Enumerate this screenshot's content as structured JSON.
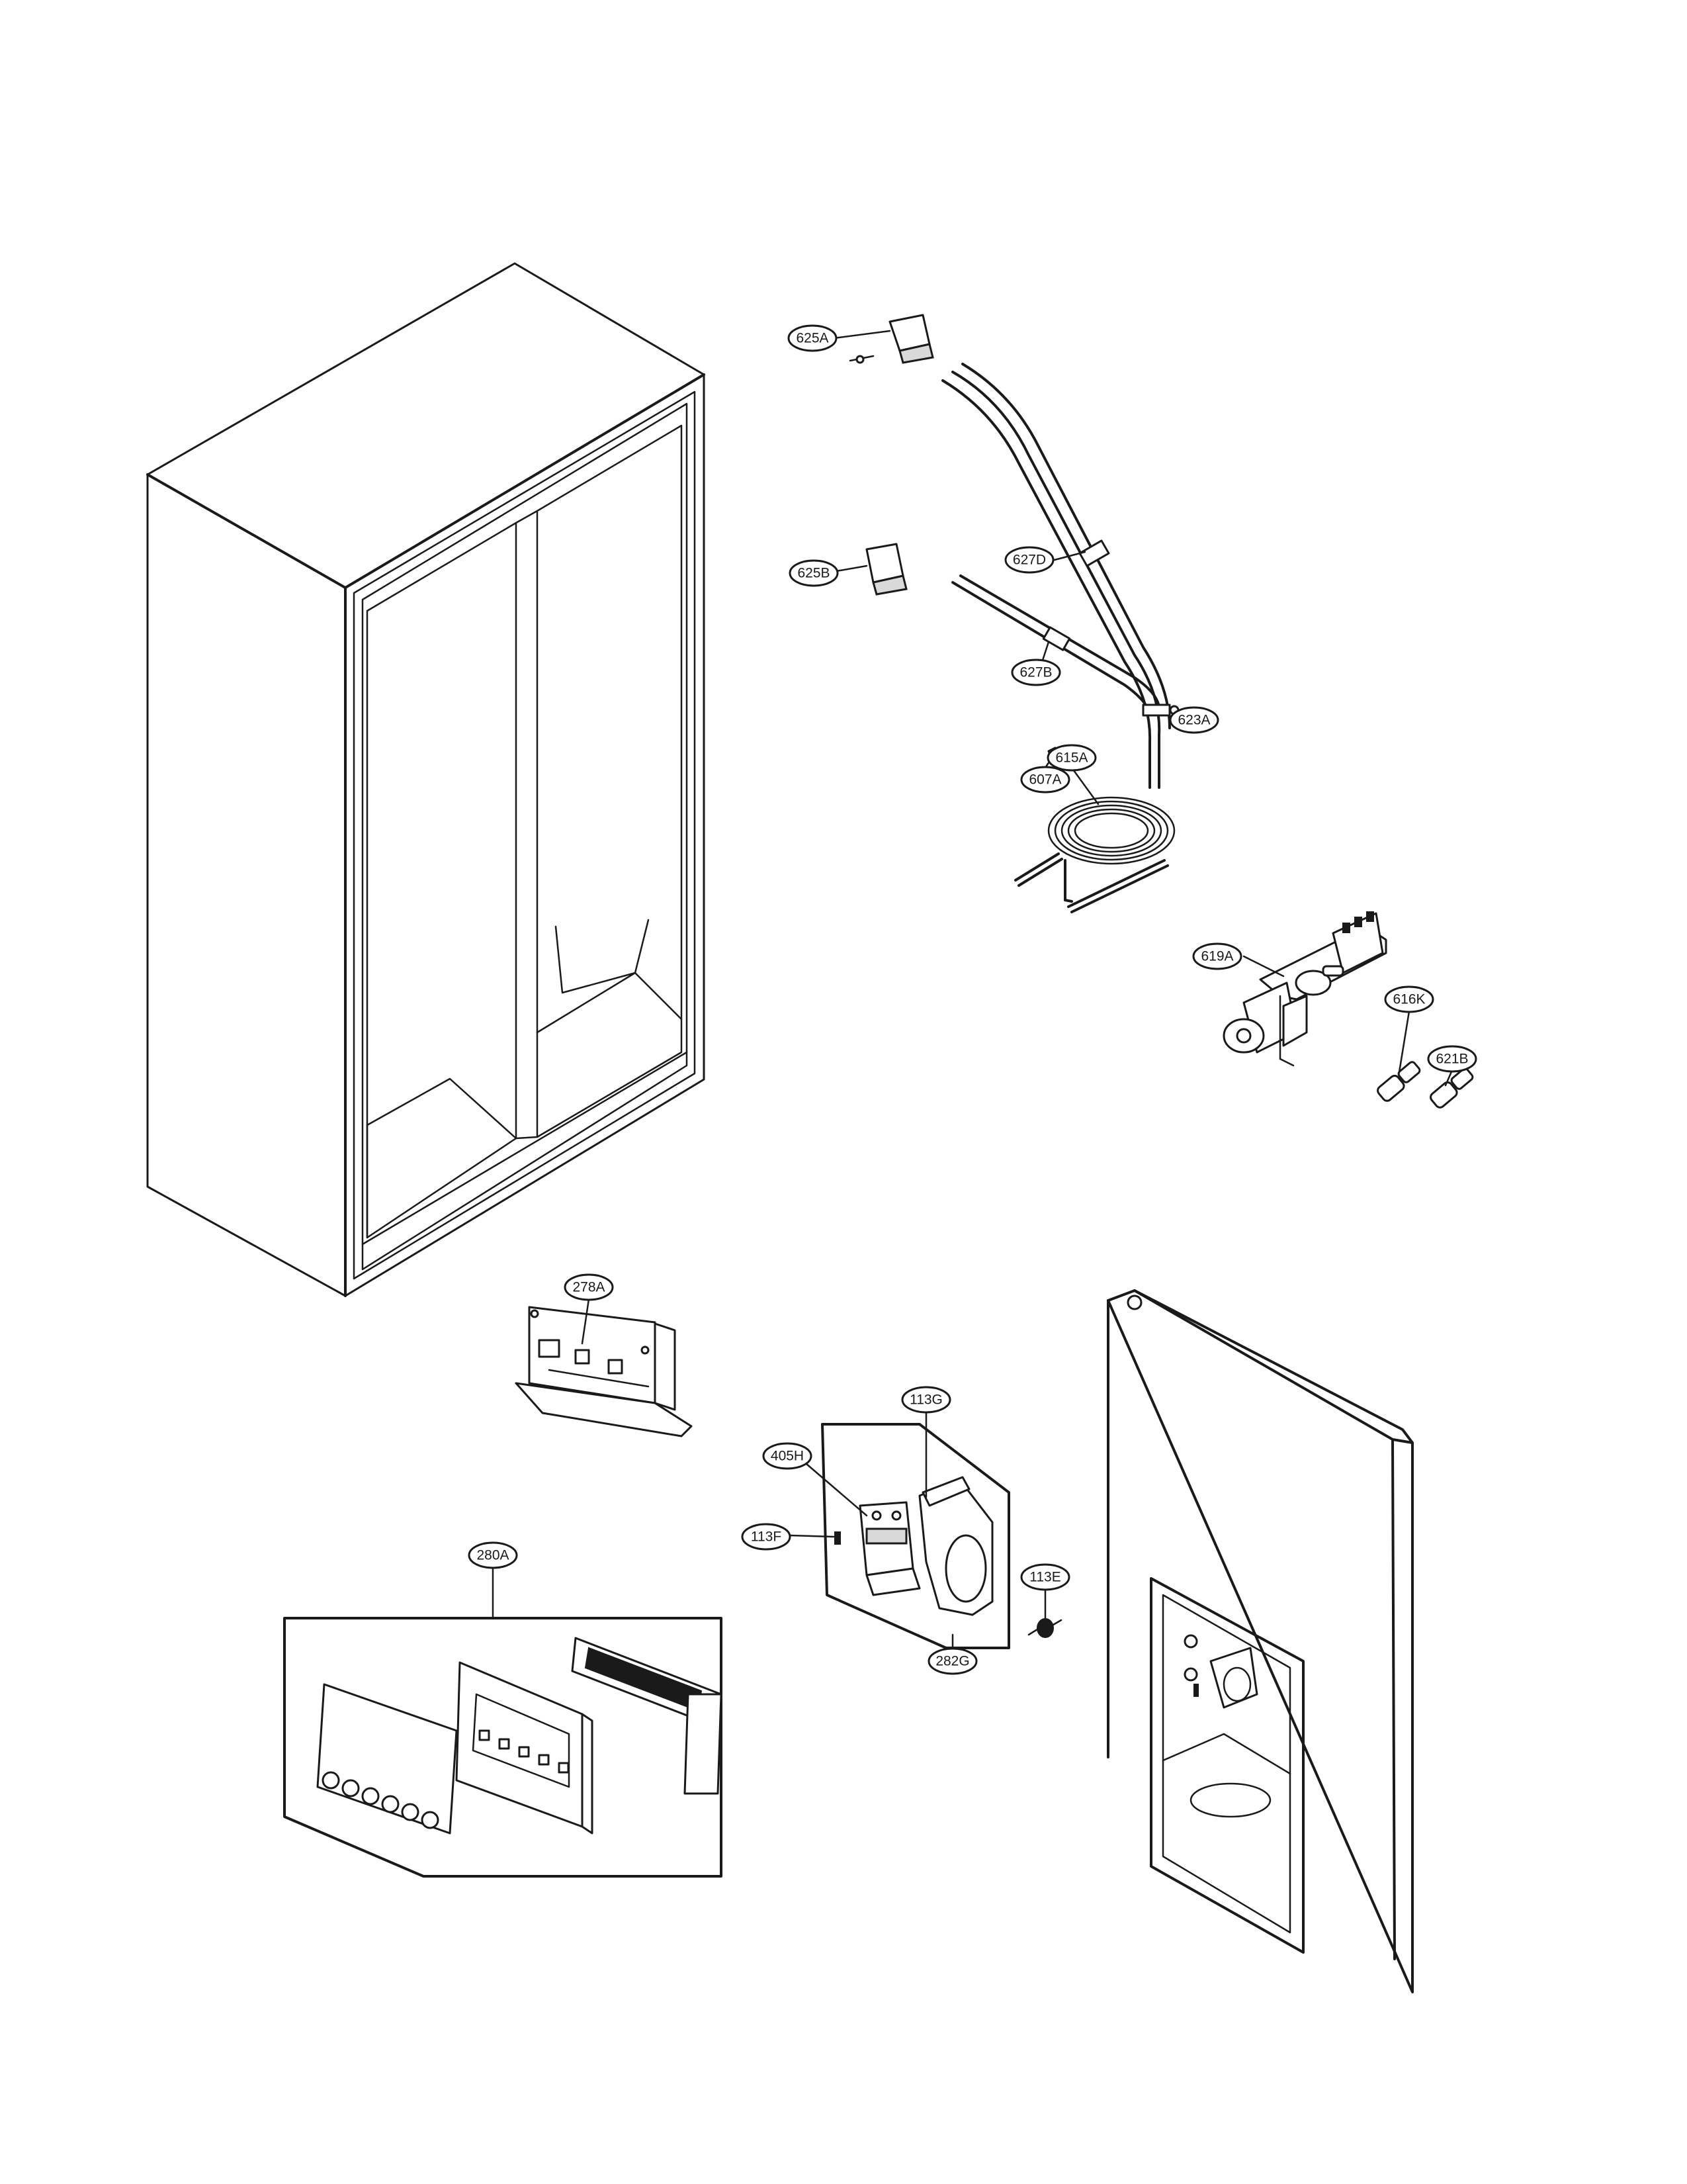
{
  "labels": {
    "l625A": "625A",
    "l625B": "625B",
    "l627D": "627D",
    "l627B": "627B",
    "l623A": "623A",
    "l607A": "607A",
    "l615A": "615A",
    "l619A": "619A",
    "l616K": "616K",
    "l621B": "621B",
    "l278A": "278A",
    "l113G": "113G",
    "l405H": "405H",
    "l113F": "113F",
    "l113E": "113E",
    "l282G": "282G",
    "l280A": "280A"
  }
}
